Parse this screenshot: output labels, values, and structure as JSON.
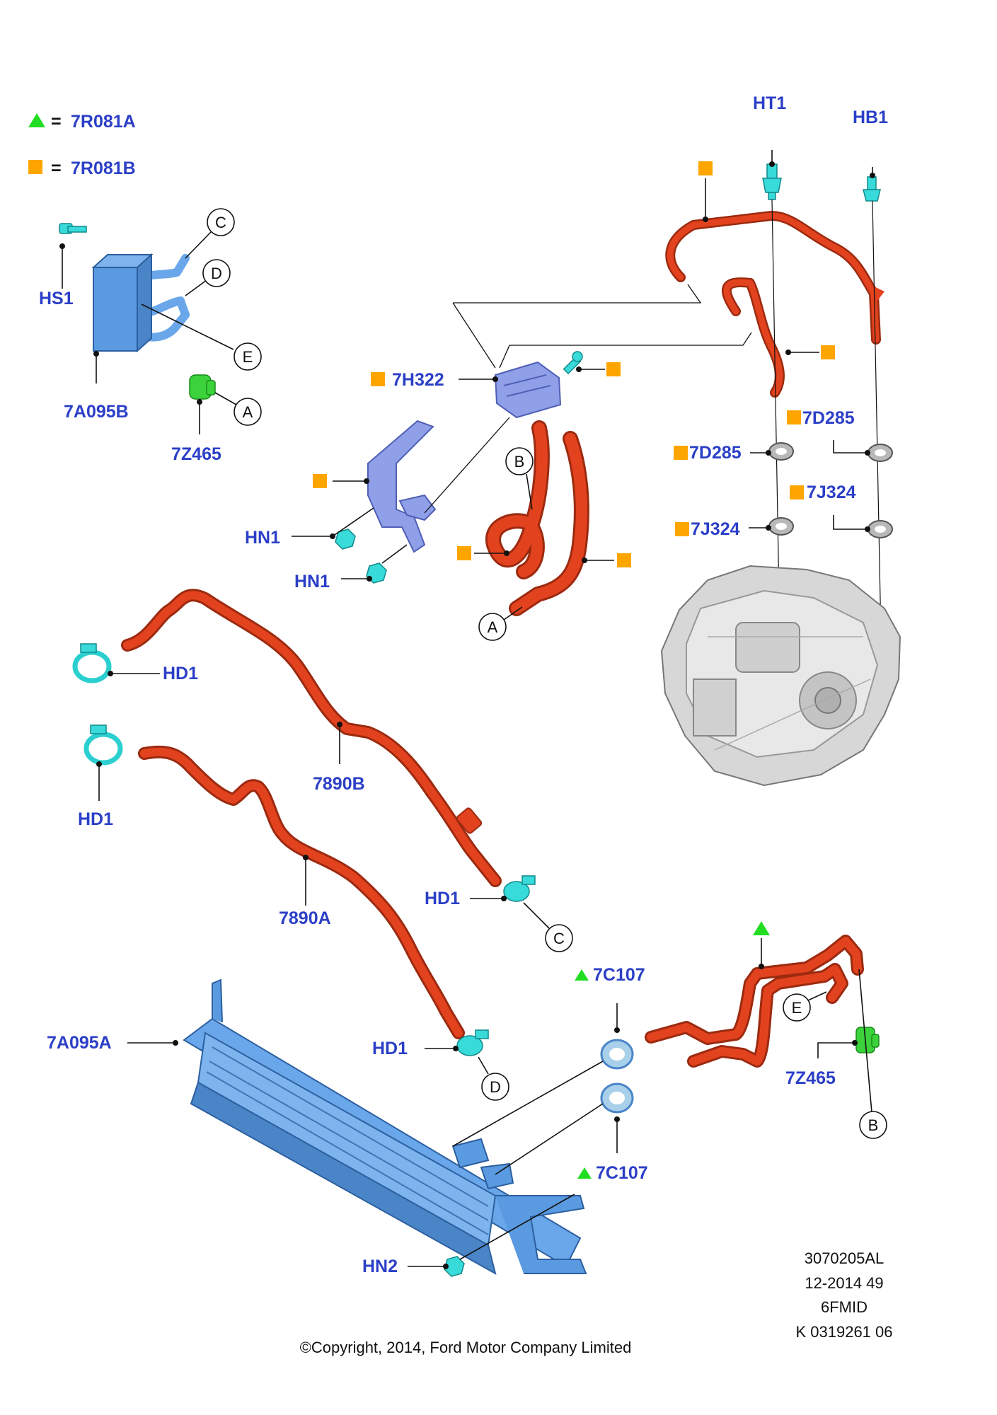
{
  "legend": [
    {
      "symbol": "green-triangle",
      "equals": "=",
      "code": "7R081A"
    },
    {
      "symbol": "orange-square",
      "equals": "=",
      "code": "7R081B"
    }
  ],
  "part_labels": {
    "ht1": "HT1",
    "hb1": "HB1",
    "hs1": "HS1",
    "a7a095b": "7A095B",
    "z7465_top": "7Z465",
    "h7h322": "7H322",
    "d7d285_upper": "7D285",
    "d7d285_lower": "7D285",
    "j7j324_upper": "7J324",
    "j7j324_lower": "7J324",
    "hn1_upper": "HN1",
    "hn1_lower": "HN1",
    "hd1_a": "HD1",
    "hd1_b": "HD1",
    "hd1_c": "HD1",
    "hd1_d": "HD1",
    "b7890b": "7890B",
    "a7890a": "7890A",
    "c7c107_upper": "7C107",
    "c7c107_lower": "7C107",
    "a7a095a": "7A095A",
    "z7465_bottom": "7Z465",
    "hn2": "HN2"
  },
  "callouts": {
    "c_top": "C",
    "d_top": "D",
    "e_top": "E",
    "a_top": "A",
    "b_mid": "B",
    "a_mid": "A",
    "c_bottom": "C",
    "d_bottom": "D",
    "e_bottom": "E",
    "b_bottom": "B"
  },
  "footer": {
    "ref_line1": "3070205AL",
    "ref_line2": "12-2014 49",
    "ref_line3": "6FMID",
    "ref_line4": "K 0319261 06",
    "copyright": "©Copyright, 2014, Ford Motor Company Limited"
  },
  "colors": {
    "label_blue": "#2b3fc7",
    "hose_orange": "#e2431e",
    "clip_cyan": "#38dada",
    "cooler_blue": "#5a9ae0",
    "legend_green": "#22dd22",
    "legend_orange": "#ffa500"
  },
  "icons": [
    "green-triangle-icon",
    "orange-square-icon",
    "callout-circle"
  ]
}
